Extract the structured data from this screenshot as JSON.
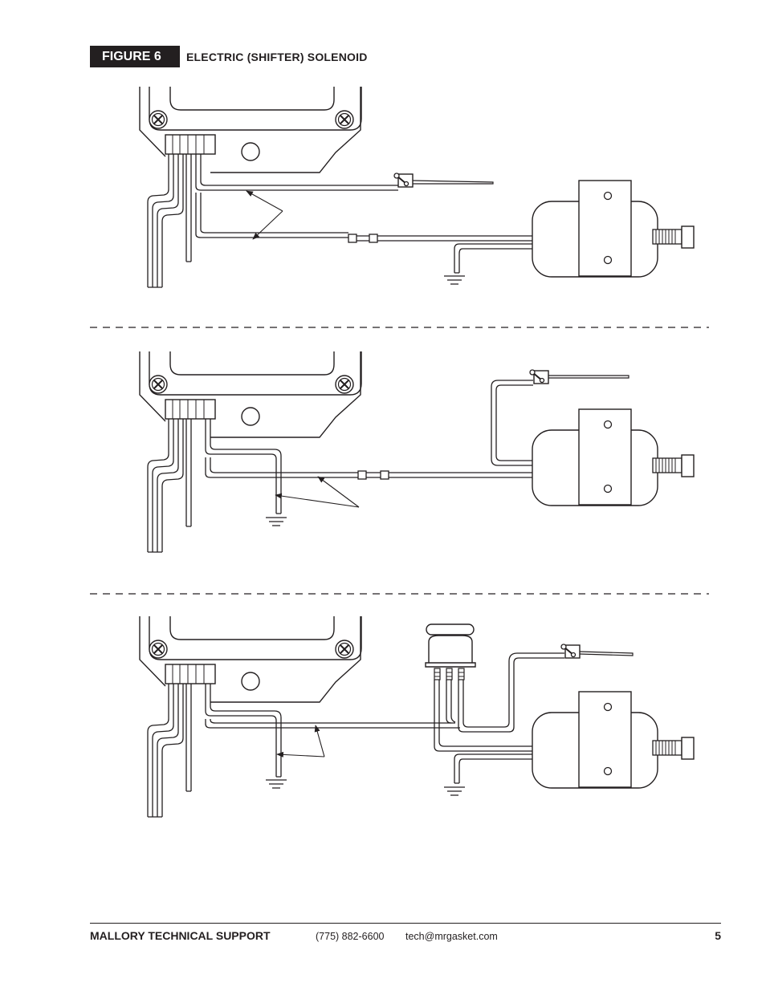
{
  "figure": {
    "label": "FIGURE 6",
    "title": "ELECTRIC (SHIFTER) SOLENOID"
  },
  "footer": {
    "brand": "MALLORY TECHNICAL SUPPORT",
    "phone": "(775) 882-6600",
    "email": "tech@mrgasket.com",
    "page_number": "5"
  },
  "colors": {
    "ink": "#231f20",
    "paper": "#ffffff"
  },
  "diagrams": [
    {
      "name": "wiring-diagram-1",
      "components": [
        "ignition-box",
        "toggle-switch",
        "connector",
        "shifter-solenoid",
        "ground"
      ]
    },
    {
      "name": "wiring-diagram-2",
      "components": [
        "ignition-box",
        "toggle-switch",
        "connector",
        "shifter-solenoid",
        "ground"
      ]
    },
    {
      "name": "wiring-diagram-3",
      "components": [
        "ignition-box",
        "relay",
        "toggle-switch",
        "shifter-solenoid",
        "ground"
      ]
    }
  ]
}
